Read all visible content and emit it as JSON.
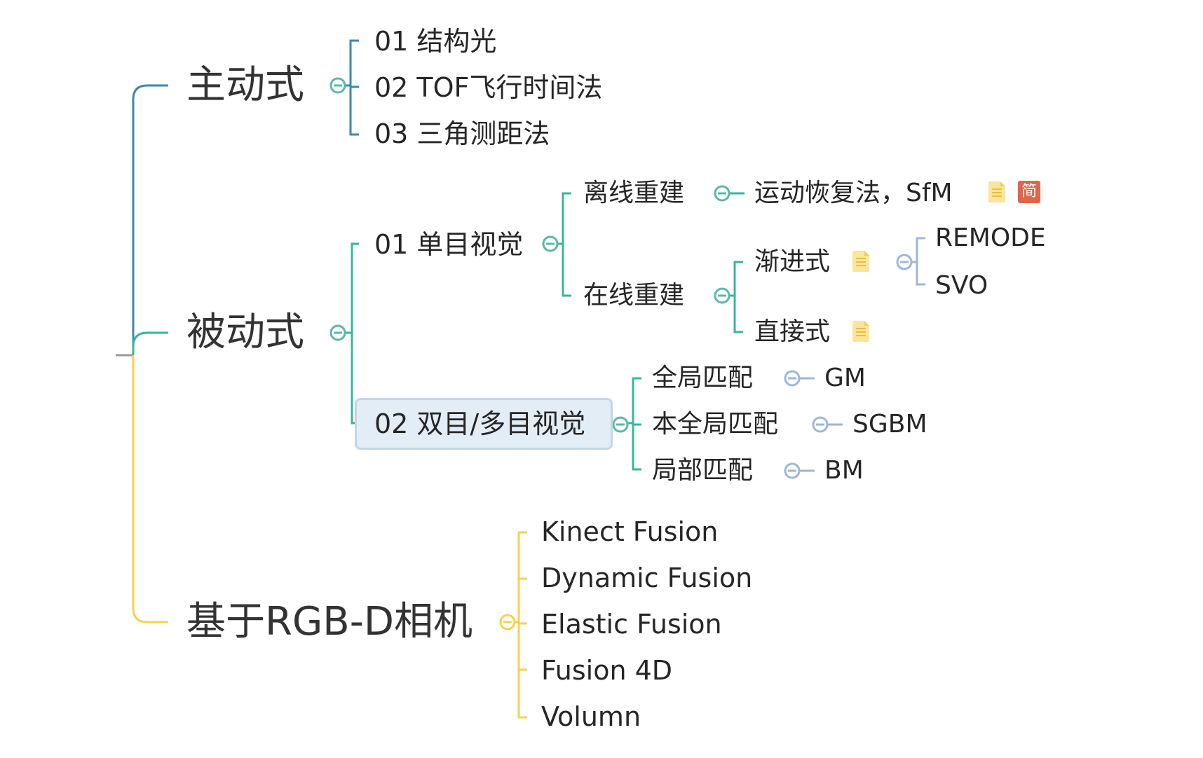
{
  "mindmap": {
    "branches": [
      {
        "label": "主动式",
        "children": [
          "01 结构光",
          "02 TOF飞行时间法",
          "03 三角测距法"
        ]
      },
      {
        "label": "被动式",
        "mono": {
          "label": "01 单目视觉",
          "offline": {
            "label": "离线重建",
            "child": "运动恢复法，SfM",
            "badge": "简"
          },
          "online": {
            "label": "在线重建",
            "progressive": {
              "label": "渐进式",
              "children": [
                "REMODE",
                "SVO"
              ]
            },
            "direct": {
              "label": "直接式"
            }
          }
        },
        "stereo": {
          "label": "02 双目/多目视觉",
          "children": [
            {
              "label": "全局匹配",
              "child": "GM"
            },
            {
              "label": "本全局匹配",
              "child": "SGBM"
            },
            {
              "label": "局部匹配",
              "child": "BM"
            }
          ]
        }
      },
      {
        "label": "基于RGB-D相机",
        "children": [
          "Kinect Fusion",
          "Dynamic Fusion",
          "Elastic Fusion",
          "Fusion 4D",
          "Volumn"
        ]
      }
    ]
  },
  "colors": {
    "branch_active": "#3a8aa8",
    "branch_passive": "#39b59c",
    "branch_rgbd": "#f5d24e",
    "collapse_button": "#5ab8a8",
    "collapse_button_muted": "#9fb6d6",
    "selected_fill": "#e3edf6",
    "note_icon": "#fbe49b",
    "badge": "#e0664b"
  },
  "icons": {
    "note": "note-icon",
    "badge": "jian-label-icon",
    "collapse": "collapse-toggle-icon"
  }
}
